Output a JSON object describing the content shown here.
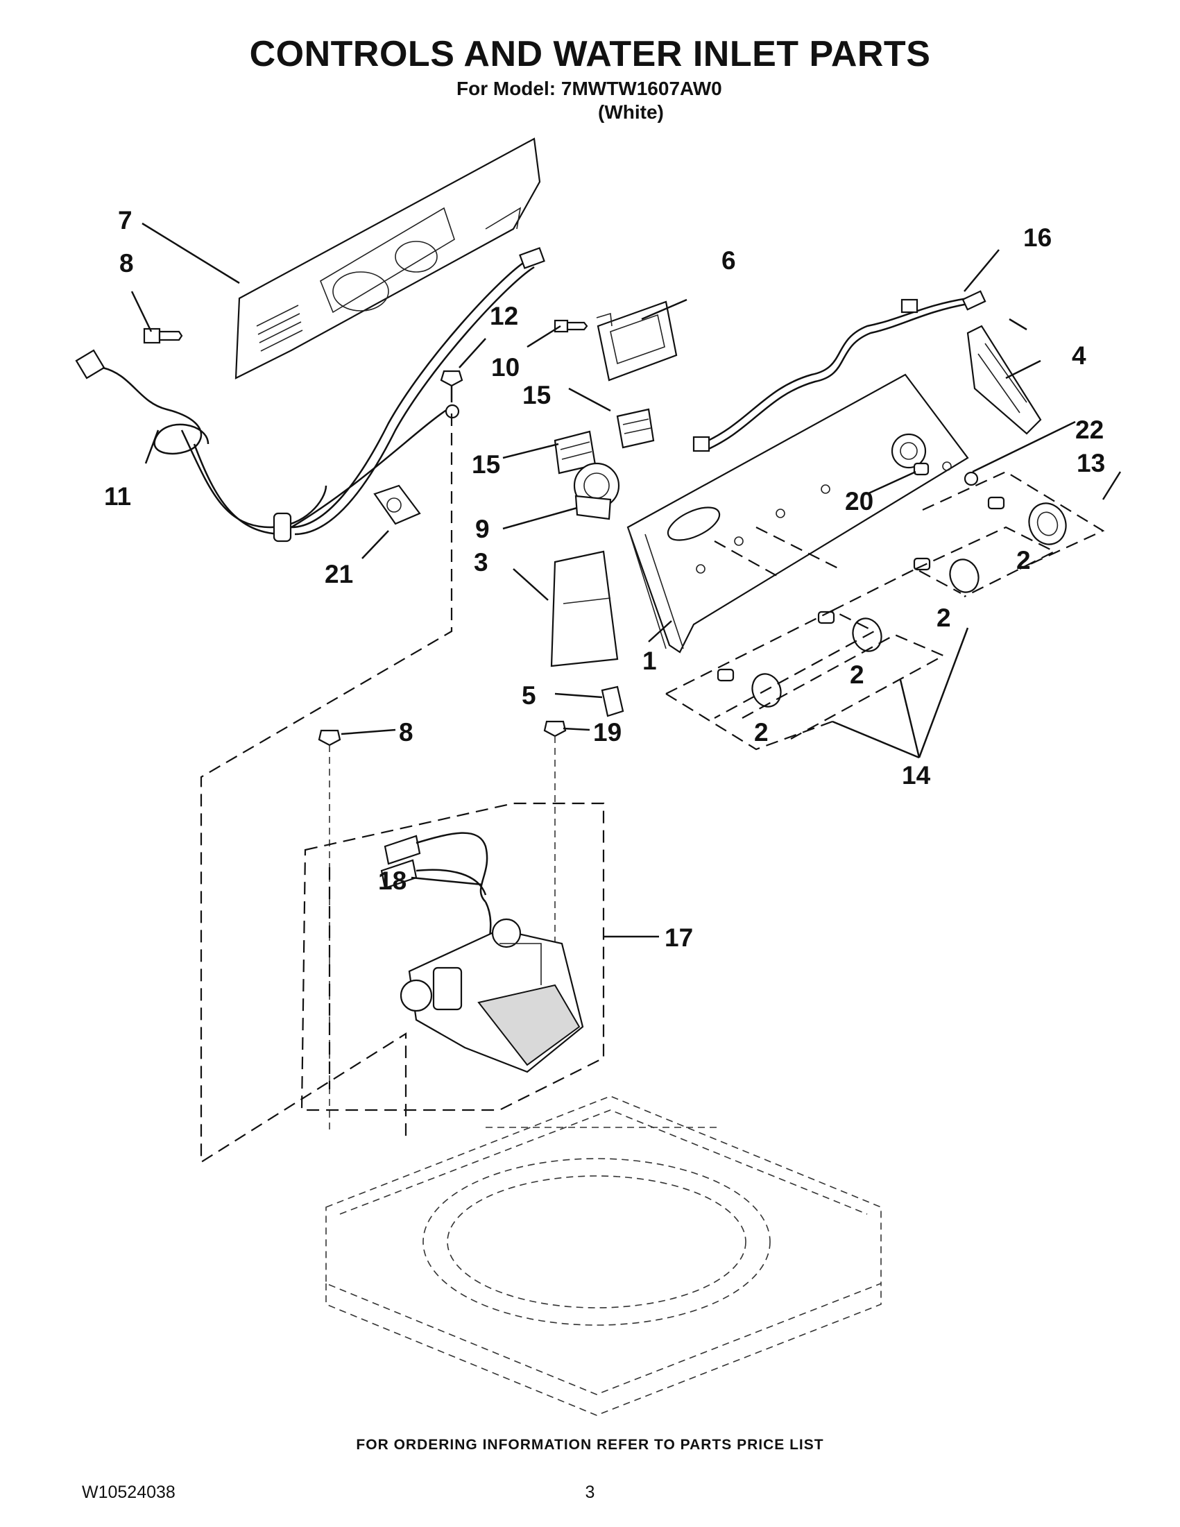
{
  "header": {
    "title": "CONTROLS AND WATER INLET PARTS",
    "model_line": "For Model: 7MWTW1607AW0",
    "variant": "(White)"
  },
  "footer": {
    "ordering_note": "FOR ORDERING INFORMATION REFER TO PARTS PRICE LIST",
    "document_number": "W10524038",
    "page_number": "3"
  },
  "callouts": {
    "c1": "1",
    "c2a": "2",
    "c2b": "2",
    "c2c": "2",
    "c2d": "2",
    "c3": "3",
    "c4": "4",
    "c5": "5",
    "c6": "6",
    "c7": "7",
    "c8a": "8",
    "c8b": "8",
    "c9": "9",
    "c10": "10",
    "c11": "11",
    "c12": "12",
    "c13": "13",
    "c14": "14",
    "c15a": "15",
    "c15b": "15",
    "c16": "16",
    "c17": "17",
    "c18": "18",
    "c19": "19",
    "c20": "20",
    "c21": "21",
    "c22": "22"
  }
}
